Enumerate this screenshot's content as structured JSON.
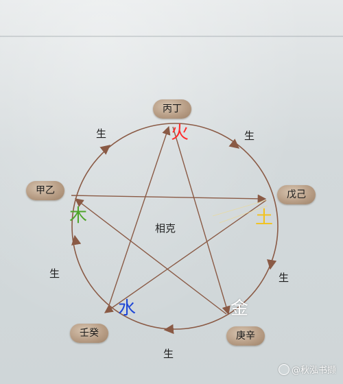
{
  "stems": {
    "top": "丙丁",
    "right": "戊己",
    "bottom_right": "庚辛",
    "bottom_left": "壬癸",
    "left": "甲乙"
  },
  "elements": {
    "fire": {
      "text": "火",
      "color": "#ff2a2a"
    },
    "earth": {
      "text": "土",
      "color": "#f2c21b"
    },
    "metal": {
      "text": "金",
      "color": "#ffffff"
    },
    "water": {
      "text": "水",
      "color": "#1f47d6"
    },
    "wood": {
      "text": "木",
      "color": "#4fa52a"
    }
  },
  "generate_label": "生",
  "center_label": "相克",
  "line_color": "#8a5a45",
  "watermark": "@秋泓书撷"
}
